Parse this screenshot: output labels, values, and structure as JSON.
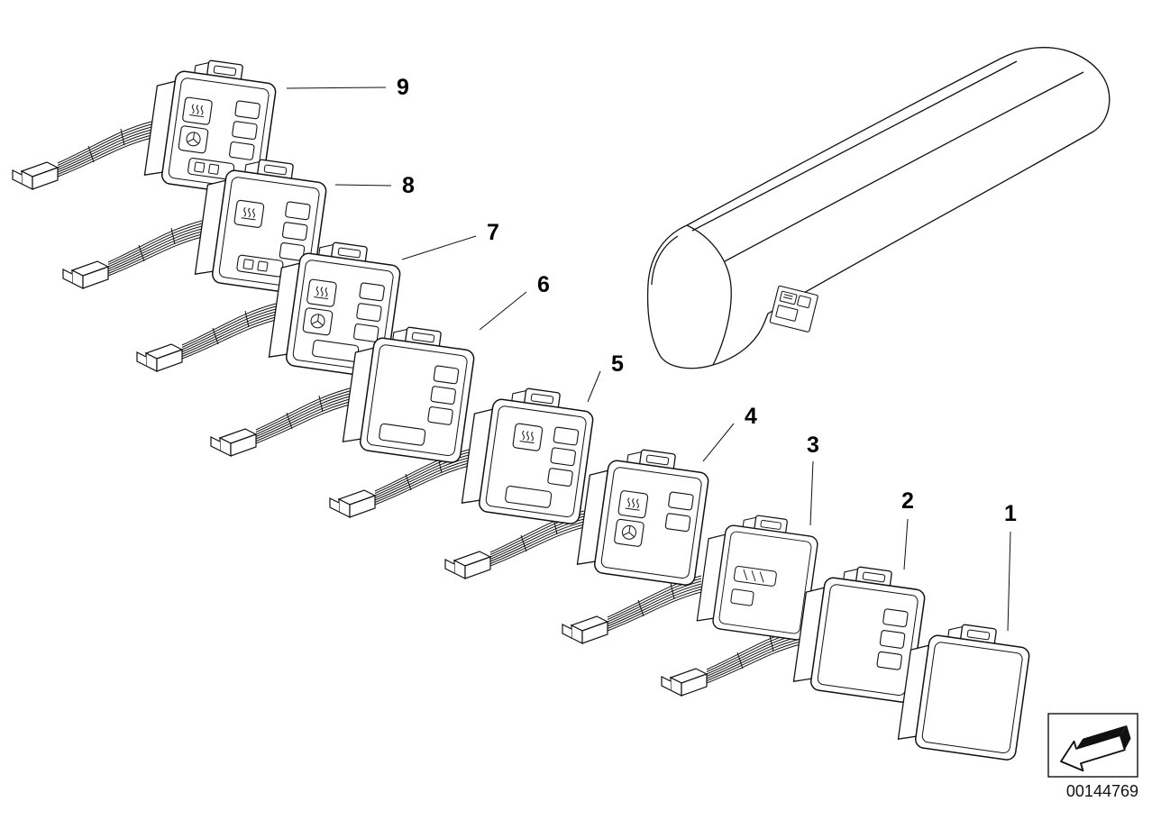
{
  "colors": {
    "background": "#ffffff",
    "line": "#111111"
  },
  "diagram": {
    "doc_number": "00144769",
    "callouts": [
      {
        "label": "9"
      },
      {
        "label": "8"
      },
      {
        "label": "7"
      },
      {
        "label": "6"
      },
      {
        "label": "5"
      },
      {
        "label": "4"
      },
      {
        "label": "3"
      },
      {
        "label": "2"
      },
      {
        "label": "1"
      }
    ],
    "icons": {
      "direction_arrow": "⇙"
    }
  }
}
